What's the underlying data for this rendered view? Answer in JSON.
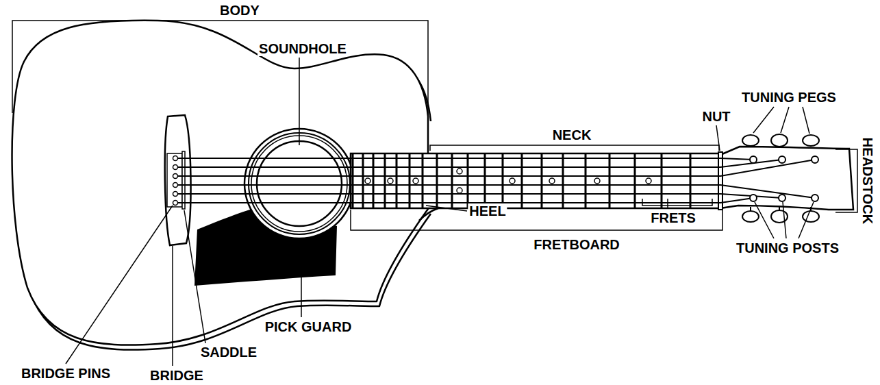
{
  "diagram": {
    "labels": [
      "BODY",
      "SOUNDHOLE",
      "TUNING PEGS",
      "NUT",
      "NECK",
      "HEADSTOCK",
      "HEEL",
      "FRETS",
      "FRETBOARD",
      "TUNING POSTS",
      "PICK GUARD",
      "SADDLE",
      "BRIDGE PINS",
      "BRIDGE"
    ]
  }
}
